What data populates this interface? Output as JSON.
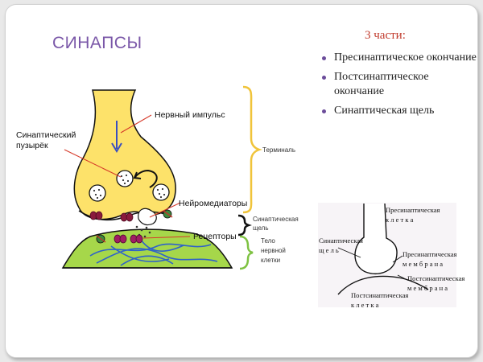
{
  "slide": {
    "title": "СИНАПСЫ",
    "parts_heading": "3 части:",
    "parts": [
      "Пресинаптическое окончание",
      "Постсинаптическое окончание",
      "Синаптическая щель"
    ]
  },
  "main_diagram": {
    "labels": {
      "impulse": "Нервный импульс",
      "vesicle_line1": "Синаптический",
      "vesicle_line2": "пузырёк",
      "neurotransmitters": "Нейромедиаторы",
      "receptors": "Рецепторы",
      "terminal": "Терминаль",
      "cleft_line1": "Синаптическая",
      "cleft_line2": "щель",
      "body_line1": "Тело",
      "body_line2": "нервной",
      "body_line3": "клетки"
    },
    "colors": {
      "terminal_fill": "#fde26a",
      "body_fill": "#a6d74a",
      "terminal_brace": "#f0c43a",
      "body_brace": "#7ec242",
      "arrow_blue": "#3a4fbf",
      "pointer_red": "#d63a2a"
    }
  },
  "small_diagram": {
    "labels": {
      "presyn_cell_line1": "Пресинаптическая",
      "presyn_cell_line2": "к л е т к а",
      "cleft_line1": "Синаптическая",
      "cleft_line2": "щ е л ь",
      "presyn_membrane_line1": "Пресинаптическая",
      "presyn_membrane_line2": "м е м б р а н а",
      "postsyn_membrane_line1": "Постсинаптическая",
      "postsyn_membrane_line2": "м е м б р а н а",
      "postsyn_cell_line1": "Постсинаптическая",
      "postsyn_cell_line2": "к л е т к а"
    }
  }
}
